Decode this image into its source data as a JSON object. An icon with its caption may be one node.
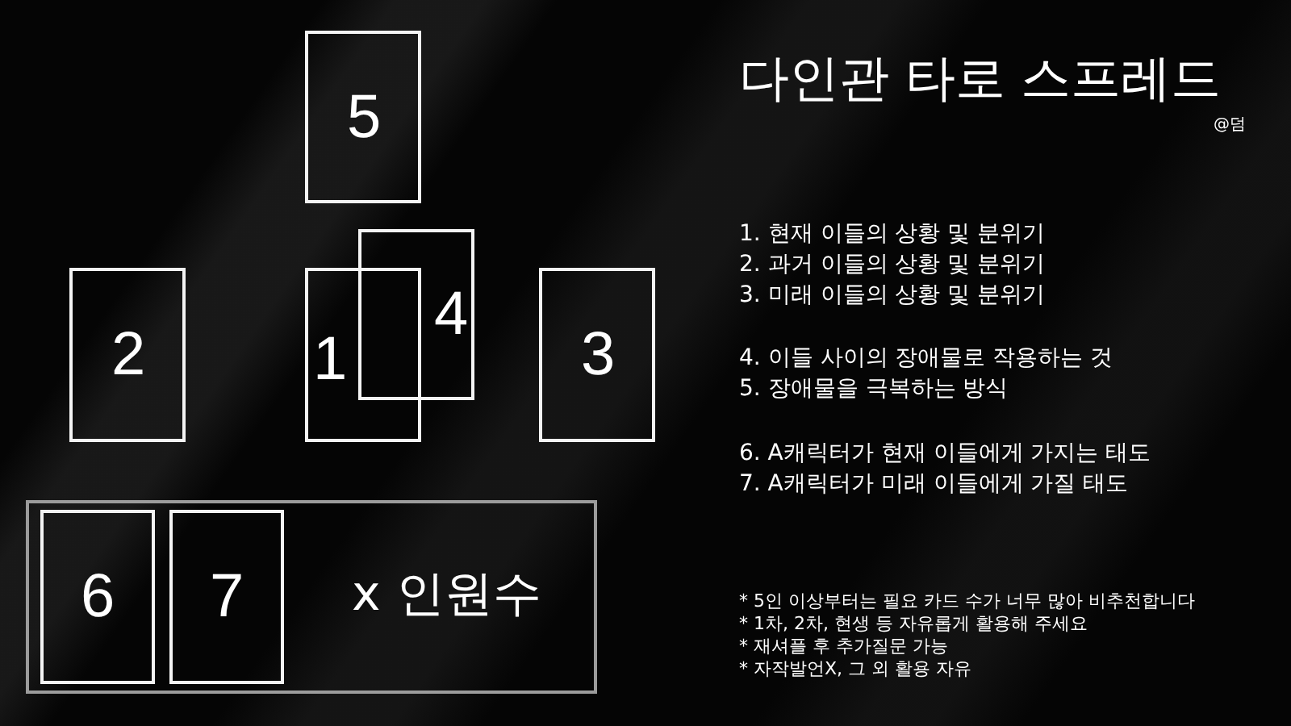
{
  "diagram": {
    "title": "다인관 타로 스프레드",
    "nodes": [
      {
        "text": [
          "5"
        ]
      },
      {
        "text": [
          "2"
        ]
      },
      {
        "text": [
          "1"
        ]
      },
      {
        "text": [
          "4"
        ]
      },
      {
        "text": [
          "3"
        ]
      },
      {
        "text": [
          "x 인원수"
        ]
      },
      {
        "text": [
          "6"
        ],
        "in": 5
      },
      {
        "text": [
          "7"
        ],
        "in": 5
      }
    ],
    "labels": [
      "@덤",
      "1. 현재 이들의 상황 및 분위기",
      "2. 과거 이들의 상황 및 분위기",
      "3. 미래 이들의 상황 및 분위기",
      "4. 이들 사이의 장애물로 작용하는 것",
      "5. 장애물을 극복하는 방식",
      "6. A캐릭터가 현재 이들에게 가지는 태도",
      "7. A캐릭터가 미래 이들에게 가질 태도",
      "* 5인 이상부터는 필요 카드 수가 너무 많아 비추천합니다",
      "* 1차, 2차, 현생 등 자유롭게 활용해 주세요",
      "* 재셔플 후 추가질문 가능",
      "* 자작발언X, 그 외 활용 자유"
    ]
  }
}
